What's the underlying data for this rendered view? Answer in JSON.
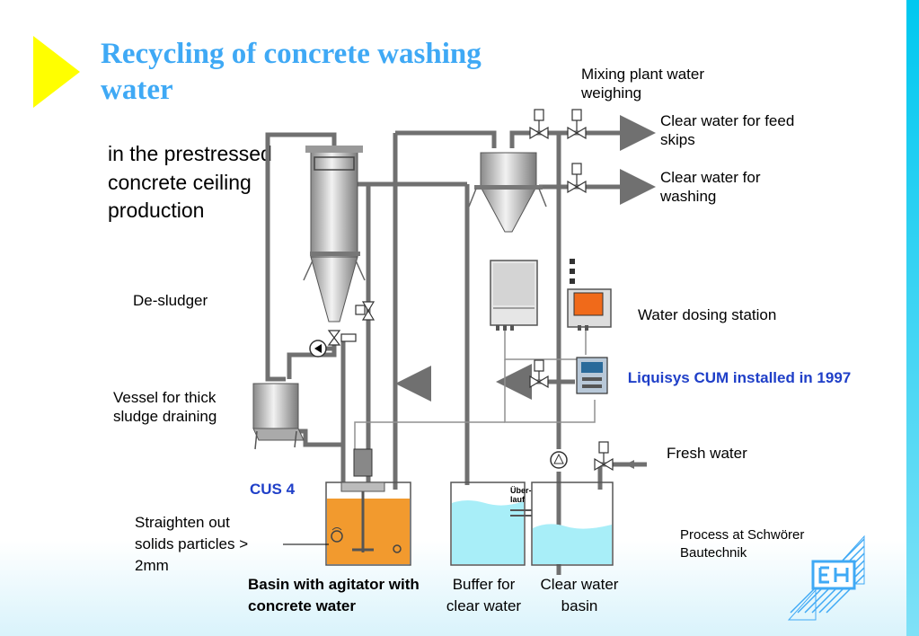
{
  "slide": {
    "title": "Recycling of concrete washing water",
    "subtitle": "in the prestressed concrete ceiling production"
  },
  "labels": {
    "mixing_plant": "Mixing plant water weighing",
    "clear_feed": "Clear water for feed skips",
    "clear_washing": "Clear water for washing",
    "desludger": "De-sludger",
    "dosing_station": "Water dosing station",
    "liquisys": "Liquisys CUM installed in 1997",
    "vessel": "Vessel for thick sludge draining",
    "fresh_water": "Fresh water",
    "cus4": "CUS 4",
    "straighten": "Straighten out solids particles > 2mm",
    "process": "Process at Schwörer Bautechnik",
    "basin_agitator": "Basin with agitator with concrete water",
    "buffer": "Buffer for clear water",
    "clear_basin": "Clear water basin",
    "overflow": "Über- lauf"
  },
  "colors": {
    "title": "#3fa9f5",
    "pipe": "#707070",
    "sludge": "#f29a2e",
    "water": "#a8eef8",
    "highlight": "#1f3fc8",
    "accent_bar": "#00c8f0",
    "arrow": "#ffff00"
  },
  "icons": [
    "pump-icon",
    "valve-icon",
    "arrow-right-icon",
    "logo-eh-icon"
  ]
}
